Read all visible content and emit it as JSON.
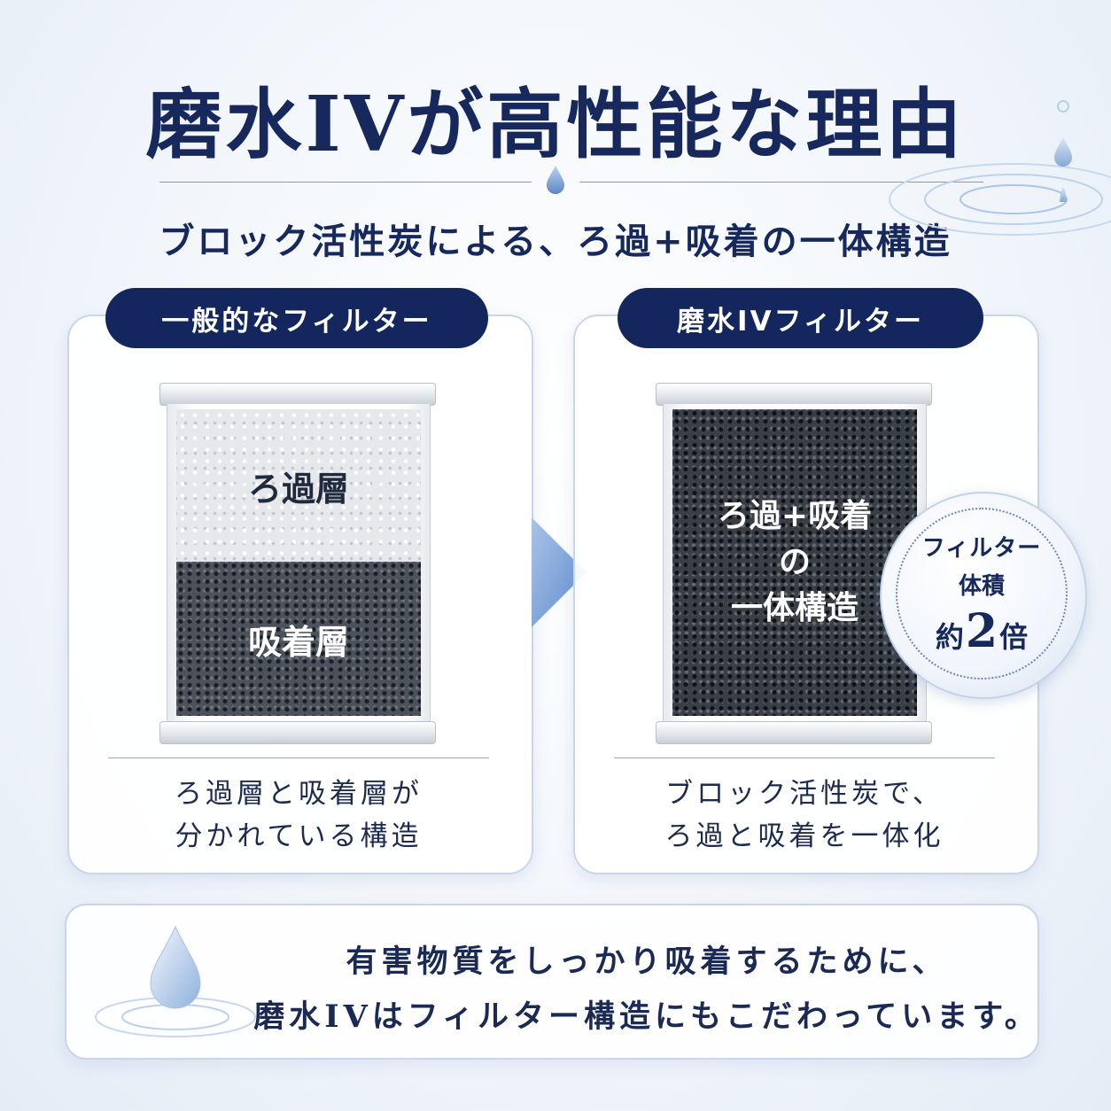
{
  "title": "磨水IVが高性能な理由",
  "subtitle": "ブロック活性炭による、ろ過+吸着の一体構造",
  "left_panel": {
    "label": "一般的なフィルター",
    "upper_layer": "ろ過層",
    "lower_layer": "吸着層",
    "description_line1": "ろ過層と吸着層が",
    "description_line2": "分かれている構造"
  },
  "right_panel": {
    "label": "磨水IVフィルター",
    "layer_line1": "ろ過+吸着",
    "layer_line2": "の",
    "layer_line3": "一体構造",
    "description_line1": "ブロック活性炭で、",
    "description_line2": "ろ過と吸着を一体化"
  },
  "badge": {
    "line1": "フィルター",
    "line2": "体積",
    "prefix": "約",
    "number": "2",
    "suffix": "倍"
  },
  "bottom": {
    "line1": "有害物質をしっかり吸着するために、",
    "line2": "磨水IVはフィルター構造にもこだわっています。"
  },
  "colors": {
    "navy": "#13275e",
    "accent_blue": "#5b86c8"
  }
}
